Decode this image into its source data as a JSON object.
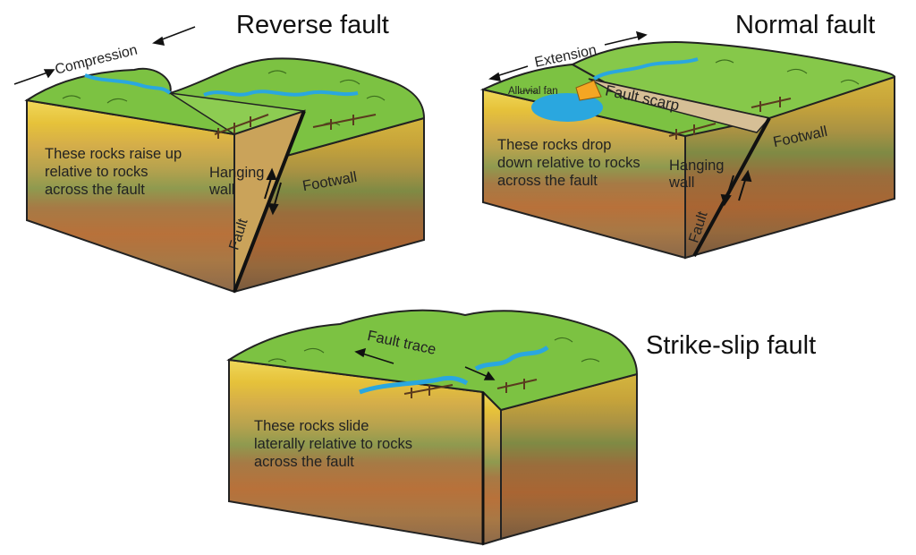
{
  "reverse": {
    "title": "Reverse fault",
    "force": "Compression",
    "note": "These rocks raise up relative to rocks across the fault",
    "hanging_wall": "Hanging wall",
    "footwall": "Footwall",
    "fault": "Fault"
  },
  "normal": {
    "title": "Normal fault",
    "force": "Extension",
    "alluvial_fan": "Alluvial fan",
    "fault_scarp": "Fault scarp",
    "note": "These rocks drop down relative to rocks across the fault",
    "hanging_wall": "Hanging wall",
    "footwall": "Footwall",
    "fault": "Fault"
  },
  "strike_slip": {
    "title": "Strike-slip fault",
    "fault_trace": "Fault trace",
    "note": "These rocks slide laterally relative to rocks across the fault"
  },
  "colors": {
    "grass": "#7cc242",
    "grass_dark": "#5e9e2e",
    "water": "#2aa7df",
    "layer_yellow": "#e9c43a",
    "layer_tan": "#c9a052",
    "layer_olive": "#8f9a4f",
    "layer_brown": "#b8713a",
    "layer_dark": "#8d6a4a",
    "scarp": "#d6bf96"
  }
}
